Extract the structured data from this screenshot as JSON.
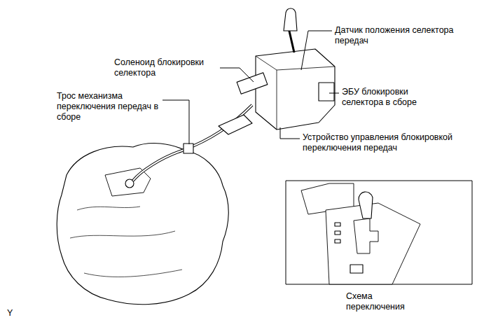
{
  "diagram": {
    "labels": [
      "Соленоид блокировки селектора",
      "Датчик положения селектора передач",
      "ЭБУ блокировки селектора в сборе",
      "Трос механизма переключения передач в сборе",
      "Устройство управления блокировкой переключения передач",
      "Схема переключения",
      "Y"
    ]
  }
}
